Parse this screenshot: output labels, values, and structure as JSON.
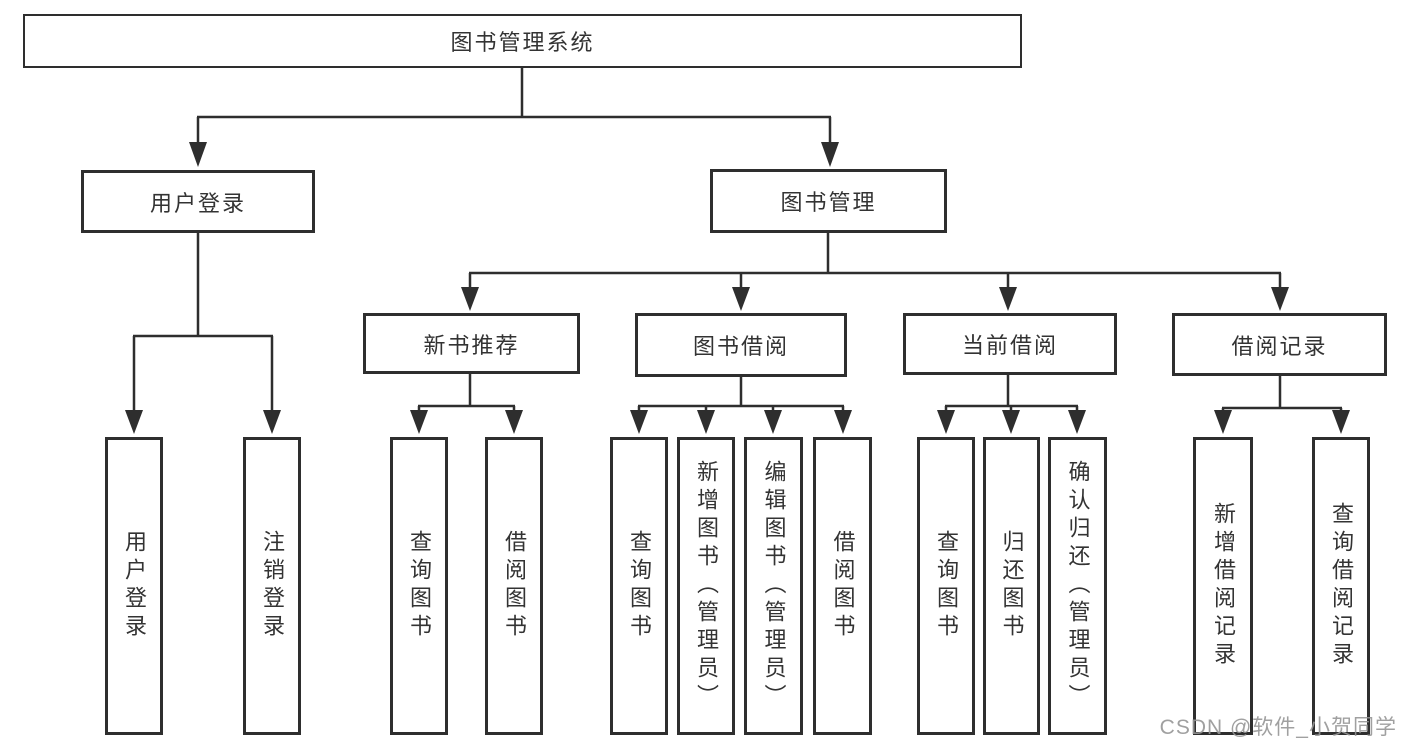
{
  "diagram": {
    "root": {
      "label": "图书管理系统"
    },
    "branches": [
      {
        "label": "用户登录",
        "children": [
          {
            "label": "用户登录"
          },
          {
            "label": "注销登录"
          }
        ]
      },
      {
        "label": "图书管理",
        "children": [
          {
            "label": "新书推荐",
            "children": [
              {
                "label": "查询图书"
              },
              {
                "label": "借阅图书"
              }
            ]
          },
          {
            "label": "图书借阅",
            "children": [
              {
                "label": "查询图书"
              },
              {
                "label": "新增图书（管理员）"
              },
              {
                "label": "编辑图书（管理员）"
              },
              {
                "label": "借阅图书"
              }
            ]
          },
          {
            "label": "当前借阅",
            "children": [
              {
                "label": "查询图书"
              },
              {
                "label": "归还图书"
              },
              {
                "label": "确认归还（管理员）"
              }
            ]
          },
          {
            "label": "借阅记录",
            "children": [
              {
                "label": "新增借阅记录"
              },
              {
                "label": "查询借阅记录"
              }
            ]
          }
        ]
      }
    ]
  },
  "watermark": {
    "text": "CSDN @软件_小贺同学"
  },
  "colors": {
    "line": "#2e2e2e",
    "text": "#333333",
    "background": "#ffffff",
    "watermark": "#969696"
  }
}
